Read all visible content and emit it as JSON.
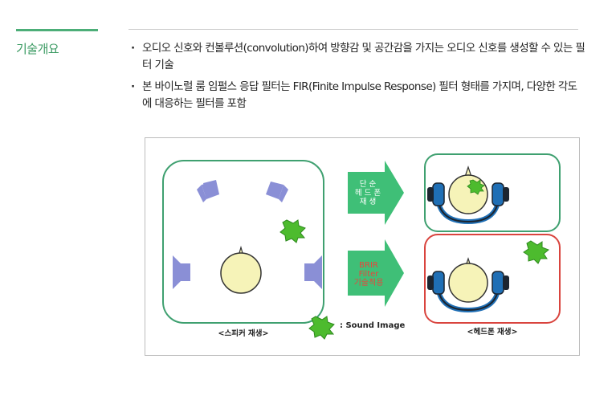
{
  "section": {
    "label": "기술개요"
  },
  "bullets": [
    "오디오 신호와 컨볼루션(convolution)하여 방향감 및 공간감을 가지는 오디오 신호를 생성할 수 있는 필터 기술",
    "본 바이노럴 룸 임펄스 응답 필터는 FIR(Finite Impulse Response) 필터 형태를 가지며, 다양한 각도에 대응하는 필터를 포함"
  ],
  "figure": {
    "arrow_top_lines": [
      "단 순",
      "헤 드 폰",
      "재 생"
    ],
    "arrow_bottom_lines": [
      "BRIR",
      "Filter",
      "기술적용"
    ],
    "sound_image_legend": ": Sound Image",
    "caption_speaker": "<스피커 재생>",
    "caption_headphone": "<헤드폰 재생>",
    "colors": {
      "room_border": "#3fa070",
      "arrow_fill": "#3fbf77",
      "speaker": "#8a8fd6",
      "head": "#f6f3b8",
      "headphone_blue": "#1f6fb5",
      "headphone_dark": "#1c2530",
      "sound_image": "#4dbb2e",
      "highlight_border": "#d9443e"
    }
  }
}
